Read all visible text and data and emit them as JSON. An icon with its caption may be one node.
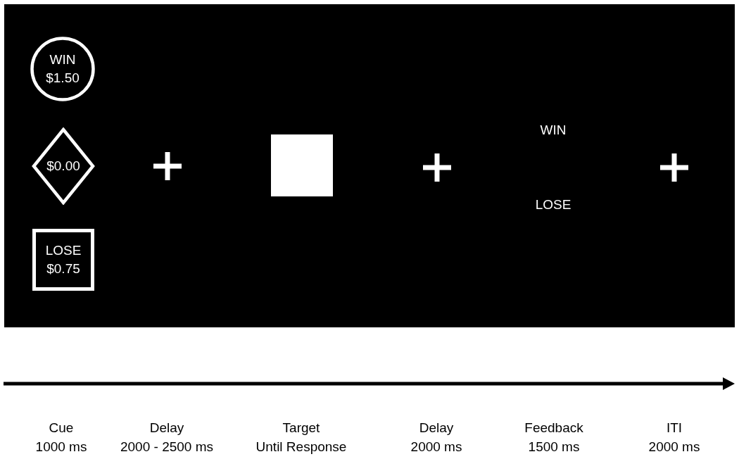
{
  "diagram": {
    "nodes": [
      {
        "text": [
          "WIN $1.50"
        ]
      },
      {
        "text": [
          "$0.00"
        ]
      },
      {
        "text": [
          "LOSE $0.75"
        ]
      },
      {
        "text": [],
        "shape": "box"
      }
    ],
    "labels": [
      "WIN",
      "LOSE",
      "Cue",
      "1000 ms",
      "Delay",
      "2000 - 2500 ms",
      "Target",
      "Until Response",
      "Delay",
      "2000 ms",
      "Feedback",
      "1500 ms",
      "ITI",
      "2000 ms"
    ]
  }
}
